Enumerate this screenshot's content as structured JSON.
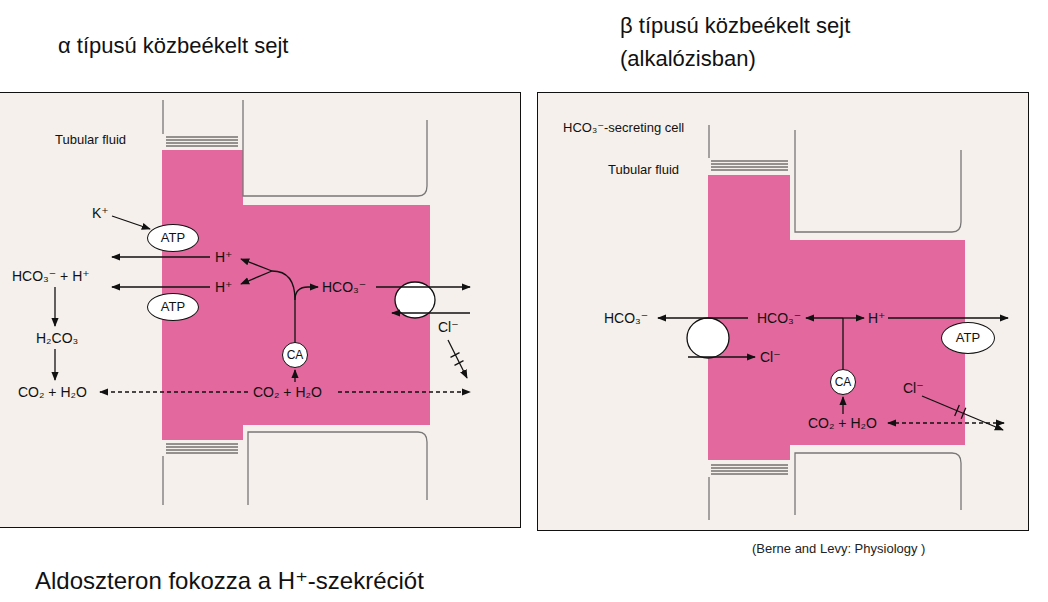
{
  "diagram": {
    "caption": "(Berne and Levy: Physiology )",
    "nodes": [
      {
        "text": [
          "α típusú közbeékelt sejt"
        ]
      },
      {
        "text": [
          "H⁺",
          "H⁺",
          "HCO₃⁻",
          "CO₂ + H₂O"
        ],
        "in": 0
      },
      {
        "text": [
          "ATP"
        ],
        "in": 0
      },
      {
        "text": [
          "ATP"
        ],
        "in": 0
      },
      {
        "text": [
          "CA"
        ],
        "in": 1
      },
      {
        "text": [
          "β típusú közbeékelt sejt (alkalózisban)"
        ]
      },
      {
        "text": [
          "HCO₃⁻",
          "H⁺",
          "CO₂ + H₂O"
        ],
        "in": 5
      },
      {
        "text": [
          "ATP"
        ],
        "in": 5
      },
      {
        "text": [
          "CA"
        ],
        "in": 6
      }
    ],
    "labels": [
      "Tubular fluid",
      "K⁺",
      "HCO₃⁻ + H⁺",
      "H₂CO₃",
      "CO₂ + H₂O",
      "Cl⁻",
      "HCO₃⁻-secreting cell",
      "Tubular fluid",
      "HCO₃⁻",
      "Cl⁻",
      "Cl⁻",
      "Aldoszteron fokozza a H⁺-szekréciót"
    ]
  }
}
